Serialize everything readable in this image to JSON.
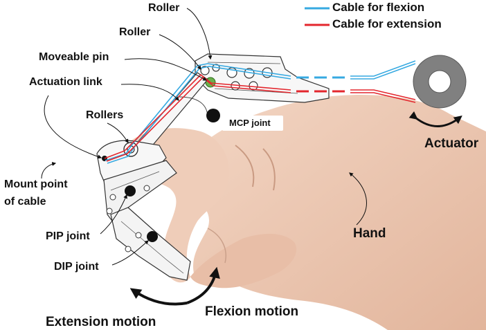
{
  "colors": {
    "flexion_cable": "#36a9e1",
    "extension_cable": "#e3262d",
    "skin": "#eec9b4",
    "skin_shadow": "#d9a98f",
    "device": "#f5f5f5",
    "device_outline": "#333333",
    "pivot_green": "#6ab04c",
    "actuator_gray": "#808080"
  },
  "legend": {
    "flexion": "Cable for flexion",
    "extension": "Cable for extension"
  },
  "labels": {
    "roller_top": "Roller",
    "roller_second": "Roller",
    "moveable_pin": "Moveable pin",
    "actuation_link": "Actuation link",
    "rollers": "Rollers",
    "mount_point_line1": "Mount point",
    "mount_point_line2": "of cable",
    "pip_joint": "PIP joint",
    "dip_joint": "DIP joint",
    "mcp_joint": "MCP joint",
    "hand": "Hand",
    "actuator": "Actuator",
    "extension_motion": "Extension motion",
    "flexion_motion": "Flexion motion"
  }
}
